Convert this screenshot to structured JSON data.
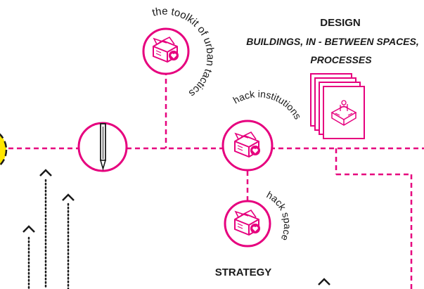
{
  "design": {
    "title": "DESIGN",
    "subtitle_line1": "BUILDINGS, IN - BETWEEN SPACES,",
    "subtitle_line2": "PROCESSES"
  },
  "nodes": {
    "toolkit": {
      "label": "the toolkit of urban tactics",
      "icon": "box-with-heart-icon"
    },
    "pencil": {
      "icon": "pencil-icon"
    },
    "hack_institutions": {
      "label": "hack institutions",
      "icon": "box-with-heart-icon"
    },
    "hack_space": {
      "label": "hack space",
      "icon": "box-with-heart-icon"
    }
  },
  "strategy": {
    "label": "STRATEGY"
  },
  "colors": {
    "accent": "#e6007e",
    "highlight": "#ffe600",
    "ink": "#1a1a1a"
  }
}
